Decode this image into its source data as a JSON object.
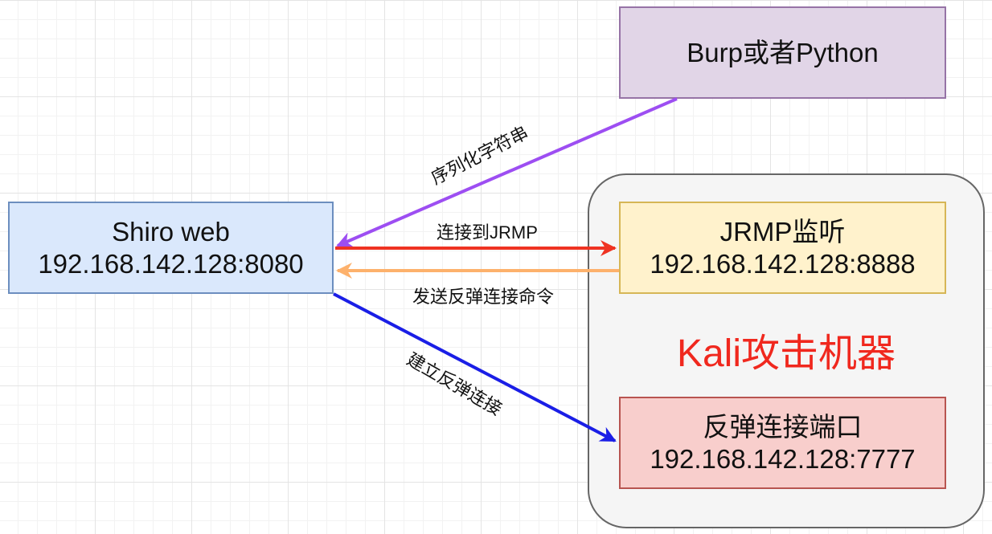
{
  "nodes": {
    "burp": {
      "label": "Burp或者Python"
    },
    "shiro": {
      "title": "Shiro web",
      "address": "192.168.142.128:8080"
    },
    "jrmp": {
      "title": "JRMP监听",
      "address": "192.168.142.128:8888"
    },
    "reverse": {
      "title": "反弹连接端口",
      "address": "192.168.142.128:7777"
    }
  },
  "group": {
    "label": "Kali攻击机器"
  },
  "edges": {
    "serialize": {
      "label": "序列化字符串",
      "color": "#9d4ef2"
    },
    "connect": {
      "label": "连接到JRMP",
      "color": "#ef3322"
    },
    "send_command": {
      "label": "发送反弹连接命令",
      "color": "#fdb16c"
    },
    "establish": {
      "label": "建立反弹连接",
      "color": "#1a1ee6"
    }
  },
  "colors": {
    "group_label": "#f0281e"
  }
}
